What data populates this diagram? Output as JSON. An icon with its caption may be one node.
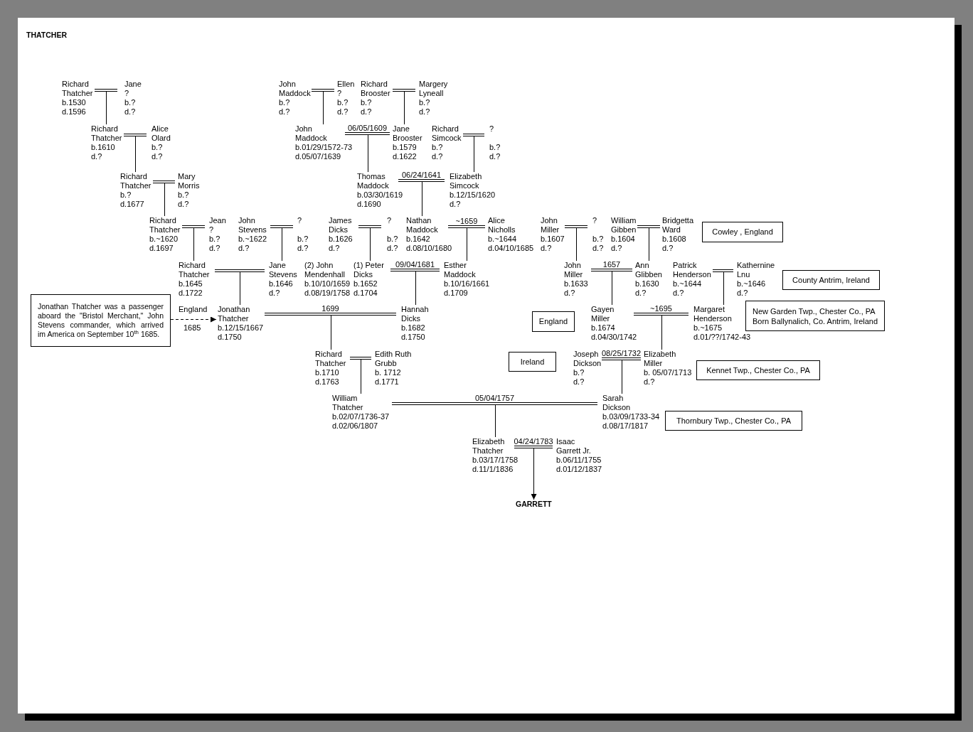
{
  "diagram": {
    "title": "THATCHER",
    "nodes": [
      {
        "text": [
          "Richard Thatcher",
          "b.1530",
          "d.1596"
        ]
      },
      {
        "text": [
          "Jane ?",
          "b.?",
          "d.?"
        ]
      },
      {
        "text": [
          "John Maddock",
          "b.?",
          "d.?"
        ]
      },
      {
        "text": [
          "Ellen ?",
          "b.?",
          "d.?"
        ]
      },
      {
        "text": [
          "Richard Brooster",
          "b.?",
          "d.?"
        ]
      },
      {
        "text": [
          "Margery Lyneall",
          "b.?",
          "d.?"
        ]
      },
      {
        "text": [
          "Richard Thatcher",
          "b.1610",
          "d.?"
        ]
      },
      {
        "text": [
          "Alice Olard",
          "b.?",
          "d.?"
        ]
      },
      {
        "text": [
          "John Maddock",
          "b.01/29/1572-73",
          "d.05/07/1639"
        ]
      },
      {
        "text": [
          "Jane Brooster",
          "b.1579",
          "d.1622"
        ]
      },
      {
        "text": [
          "Richard Simcock",
          "b.?",
          "d.?"
        ]
      },
      {
        "text": [
          "?",
          "b.?",
          "d.?"
        ]
      },
      {
        "text": [
          "Richard Thatcher",
          "b.?",
          "d.1677"
        ]
      },
      {
        "text": [
          "Mary Morris",
          "b.?",
          "d.?"
        ]
      },
      {
        "text": [
          "Thomas Maddock",
          "b.03/30/1619",
          "d.1690"
        ]
      },
      {
        "text": [
          "Elizabeth Simcock",
          "b.12/15/1620",
          "d.?"
        ]
      },
      {
        "text": [
          "Richard Thatcher",
          "b.~1620",
          "d.1697"
        ]
      },
      {
        "text": [
          "Jean ?",
          "b.?",
          "d.?"
        ]
      },
      {
        "text": [
          "John Stevens",
          "b.~1622",
          "d.?"
        ]
      },
      {
        "text": [
          "?",
          "b.?",
          "d.?"
        ]
      },
      {
        "text": [
          "James Dicks",
          "b.1626",
          "d.?"
        ]
      },
      {
        "text": [
          "?",
          "b.?",
          "d.?"
        ]
      },
      {
        "text": [
          "Nathan Maddock",
          "b.1642",
          "d.08/10/1680"
        ]
      },
      {
        "text": [
          "Alice Nicholls",
          "b.~1644",
          "d.04/10/1685"
        ]
      },
      {
        "text": [
          "John Miller",
          "b.1607",
          "d.?"
        ]
      },
      {
        "text": [
          "?",
          "b.?",
          "d.?"
        ]
      },
      {
        "text": [
          "William Gibben",
          "b.1604",
          "d.?"
        ]
      },
      {
        "text": [
          "Bridgetta Ward",
          "b.1608",
          "d.?"
        ]
      },
      {
        "text": [
          "Cowley , England"
        ]
      },
      {
        "text": [
          "Richard Thatcher",
          "b.1645",
          "d.1722"
        ]
      },
      {
        "text": [
          "Jane Stevens",
          "b.1646",
          "d.?"
        ]
      },
      {
        "text": [
          "(1) Peter Dicks",
          "b.1652",
          "d.1704"
        ]
      },
      {
        "text": [
          "Esther Maddock",
          "b.10/16/1661",
          "d.1709"
        ]
      },
      {
        "text": [
          "John Miller",
          "b.1633",
          "d.?"
        ]
      },
      {
        "text": [
          "Ann Glibben",
          "b.1630",
          "d.?"
        ]
      },
      {
        "text": [
          "Patrick Henderson",
          "b.~1644",
          "d.?"
        ]
      },
      {
        "text": [
          "Kathernine Lnu",
          "b.~1646",
          "d.?"
        ]
      },
      {
        "text": [
          "County Antrim, Ireland"
        ]
      },
      {
        "text": [
          "Jonathan Thatcher was a passenger aboard the \"Bristol Merchant,\" John Stevens commander, which arrived im America on September 10$^{th}$ 1685."
        ]
      },
      {
        "text": [
          "Jonathan Thatcher",
          "b.12/15/1667",
          "d.1750"
        ]
      },
      {
        "text": [
          "Hannah Dicks",
          "b.1682",
          "d.1750"
        ]
      },
      {
        "text": [
          "England"
        ]
      },
      {
        "text": [
          "Gayen Miller",
          "b.1674",
          "d.04/30/1742"
        ]
      },
      {
        "text": [
          "Margaret Henderson",
          "b.~1675",
          "d.01/??/1742-43"
        ]
      },
      {
        "text": [
          "New Garden Twp., Chester Co., PA",
          "Born Ballynalich, Co. Antrim, Ireland"
        ]
      },
      {
        "text": [
          "Richard Thatcher",
          "b.1710",
          "d.1763"
        ]
      },
      {
        "text": [
          "Edith Ruth Grubb",
          "b. 1712",
          "d.1771"
        ]
      },
      {
        "text": [
          "Ireland"
        ]
      },
      {
        "text": [
          "Joseph Dickson",
          "b.?",
          "d.?"
        ]
      },
      {
        "text": [
          "Elizabeth Miller",
          "b. 05/07/1713",
          "d.?"
        ]
      },
      {
        "text": [
          "Kennet Twp., Chester Co., PA"
        ]
      },
      {
        "text": [
          "William Thatcher",
          "b.02/07/1736-37",
          "d.02/06/1807"
        ]
      },
      {
        "text": [
          "Sarah Dickson",
          "b.03/09/1733-34",
          "d.08/17/1817"
        ]
      },
      {
        "text": [
          "Thornbury Twp., Chester Co., PA"
        ]
      },
      {
        "text": [
          "Elizabeth Thatcher",
          "b.03/17/1758",
          "d.11/1/1836"
        ]
      },
      {
        "text": [
          "Isaac Garrett Jr.",
          "b.06/11/1755",
          "d.01/12/1837"
        ]
      },
      {
        "text": [
          "GARRETT"
        ]
      }
    ],
    "edges": [
      {
        "from": 0,
        "to": 1,
        "arrow": "none"
      },
      {
        "from": 2,
        "to": 3,
        "arrow": "none"
      },
      {
        "from": 4,
        "to": 5,
        "arrow": "none"
      },
      {
        "from": 6,
        "to": 7,
        "arrow": "none"
      },
      {
        "from": 8,
        "to": 9,
        "arrow": "none",
        "label": "06/05/1609"
      },
      {
        "from": 10,
        "to": 11,
        "arrow": "none"
      },
      {
        "from": 12,
        "to": 13,
        "arrow": "none"
      },
      {
        "from": 14,
        "to": 15,
        "arrow": "none",
        "label": "06/24/1641"
      },
      {
        "from": 16,
        "to": 17,
        "arrow": "none"
      },
      {
        "from": 18,
        "to": 19,
        "arrow": "none"
      },
      {
        "from": 20,
        "to": 21,
        "arrow": "none"
      },
      {
        "from": 22,
        "to": 23,
        "arrow": "none",
        "label": "~1659"
      },
      {
        "from": 24,
        "to": 25,
        "arrow": "none"
      },
      {
        "from": 26,
        "to": 27,
        "arrow": "none"
      },
      {
        "from": 29,
        "to": 30,
        "arrow": "none"
      },
      {
        "from": 31,
        "to": 32,
        "arrow": "none",
        "label": "09/04/1681"
      },
      {
        "from": 33,
        "to": 34,
        "arrow": "none",
        "label": "1657"
      },
      {
        "from": 35,
        "to": 36,
        "arrow": "none"
      },
      {
        "from": 39,
        "to": 40,
        "arrow": "none",
        "label": "1699"
      },
      {
        "from": 42,
        "to": 43,
        "arrow": "none",
        "label": "~1695"
      },
      {
        "from": 45,
        "to": 46,
        "arrow": "none"
      },
      {
        "from": 48,
        "to": 49,
        "arrow": "none",
        "label": "08/25/1732"
      },
      {
        "from": 51,
        "to": 52,
        "arrow": "none",
        "label": "05/04/1757"
      },
      {
        "from": 54,
        "to": 55,
        "arrow": "none",
        "label": "04/24/1783"
      },
      {
        "from": 38,
        "to": 39,
        "arrow": "to",
        "style": "dashed",
        "label": "England"
      },
      {
        "from": 0,
        "to": 6,
        "arrow": "none"
      },
      {
        "from": 1,
        "to": 6,
        "arrow": "none"
      },
      {
        "from": 2,
        "to": 8,
        "arrow": "none"
      },
      {
        "from": 3,
        "to": 8,
        "arrow": "none"
      },
      {
        "from": 4,
        "to": 9,
        "arrow": "none"
      },
      {
        "from": 5,
        "to": 9,
        "arrow": "none"
      },
      {
        "from": 6,
        "to": 12,
        "arrow": "none"
      },
      {
        "from": 7,
        "to": 12,
        "arrow": "none"
      },
      {
        "from": 8,
        "to": 14,
        "arrow": "none"
      },
      {
        "from": 9,
        "to": 14,
        "arrow": "none"
      },
      {
        "from": 10,
        "to": 15,
        "arrow": "none"
      },
      {
        "from": 11,
        "to": 15,
        "arrow": "none"
      },
      {
        "from": 12,
        "to": 16,
        "arrow": "none"
      },
      {
        "from": 13,
        "to": 16,
        "arrow": "none"
      },
      {
        "from": 14,
        "to": 22,
        "arrow": "none"
      },
      {
        "from": 15,
        "to": 22,
        "arrow": "none"
      },
      {
        "from": 16,
        "to": 29,
        "arrow": "none"
      },
      {
        "from": 17,
        "to": 29,
        "arrow": "none"
      },
      {
        "from": 18,
        "to": 30,
        "arrow": "none"
      },
      {
        "from": 19,
        "to": 30,
        "arrow": "none"
      },
      {
        "from": 20,
        "to": 31,
        "arrow": "none"
      },
      {
        "from": 21,
        "to": 31,
        "arrow": "none"
      },
      {
        "from": 22,
        "to": 32,
        "arrow": "none"
      },
      {
        "from": 23,
        "to": 32,
        "arrow": "none"
      },
      {
        "from": 24,
        "to": 33,
        "arrow": "none"
      },
      {
        "from": 25,
        "to": 33,
        "arrow": "none"
      },
      {
        "from": 26,
        "to": 34,
        "arrow": "none"
      },
      {
        "from": 27,
        "to": 34,
        "arrow": "none"
      },
      {
        "from": 29,
        "to": 39,
        "arrow": "none"
      },
      {
        "from": 30,
        "to": 39,
        "arrow": "none"
      },
      {
        "from": 31,
        "to": 40,
        "arrow": "none"
      },
      {
        "from": 32,
        "to": 40,
        "arrow": "none"
      },
      {
        "from": 33,
        "to": 42,
        "arrow": "none"
      },
      {
        "from": 34,
        "to": 42,
        "arrow": "none"
      },
      {
        "from": 35,
        "to": 43,
        "arrow": "none"
      },
      {
        "from": 36,
        "to": 43,
        "arrow": "none"
      },
      {
        "from": 39,
        "to": 45,
        "arrow": "none"
      },
      {
        "from": 40,
        "to": 45,
        "arrow": "none"
      },
      {
        "from": 42,
        "to": 49,
        "arrow": "none"
      },
      {
        "from": 43,
        "to": 49,
        "arrow": "none"
      },
      {
        "from": 45,
        "to": 51,
        "arrow": "none"
      },
      {
        "from": 46,
        "to": 51,
        "arrow": "none"
      },
      {
        "from": 48,
        "to": 52,
        "arrow": "none"
      },
      {
        "from": 49,
        "to": 52,
        "arrow": "none"
      },
      {
        "from": 51,
        "to": 54,
        "arrow": "none"
      },
      {
        "from": 52,
        "to": 54,
        "arrow": "none"
      },
      {
        "from": 54,
        "to": 56,
        "arrow": "to"
      },
      {
        "from": 55,
        "to": 56,
        "arrow": "to"
      }
    ],
    "labels": [
      "(2) John Mendenhall",
      "b.10/10/1659",
      "d.08/19/1758",
      "1685"
    ]
  }
}
